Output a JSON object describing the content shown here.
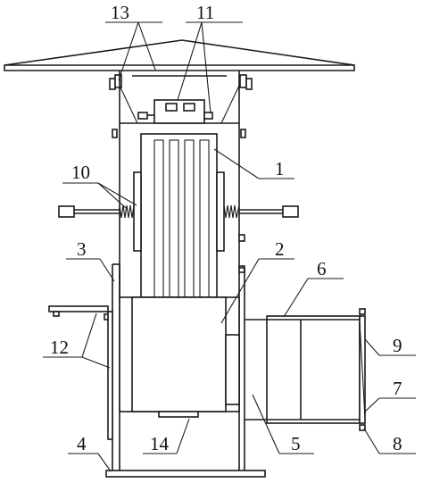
{
  "labels": {
    "l1": "1",
    "l2": "2",
    "l3": "3",
    "l4": "4",
    "l5": "5",
    "l6": "6",
    "l7": "7",
    "l8": "8",
    "l9": "9",
    "l10": "10",
    "l11": "11",
    "l12": "12",
    "l13": "13",
    "l14": "14"
  },
  "colors": {
    "line": "#1a1a1a",
    "background": "#ffffff"
  }
}
